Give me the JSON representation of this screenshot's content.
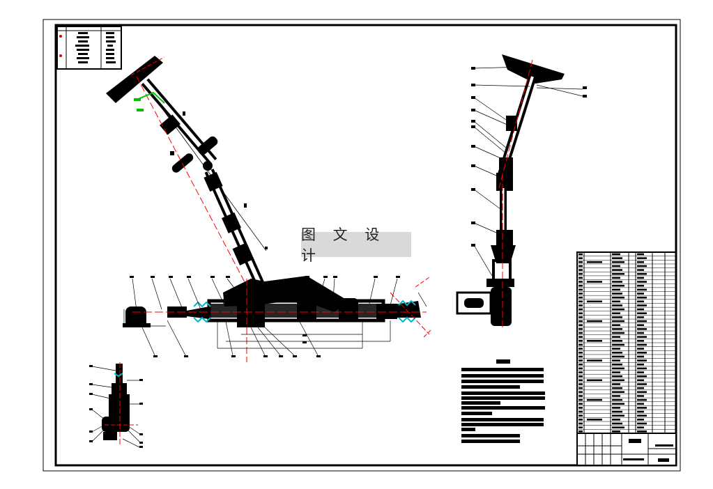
{
  "watermark": {
    "text": "图 文 设 计"
  },
  "title_block": {
    "stamp_text": "",
    "bottom_text": ""
  },
  "colors": {
    "line": "#000000",
    "center_line": "#ff0000",
    "highlight": "#00c000",
    "spring": "#00b8c8",
    "watermark_bg": "#d9d9d9"
  },
  "notes": {
    "line_count": 16
  },
  "parts_list": {
    "row_count": 46
  }
}
